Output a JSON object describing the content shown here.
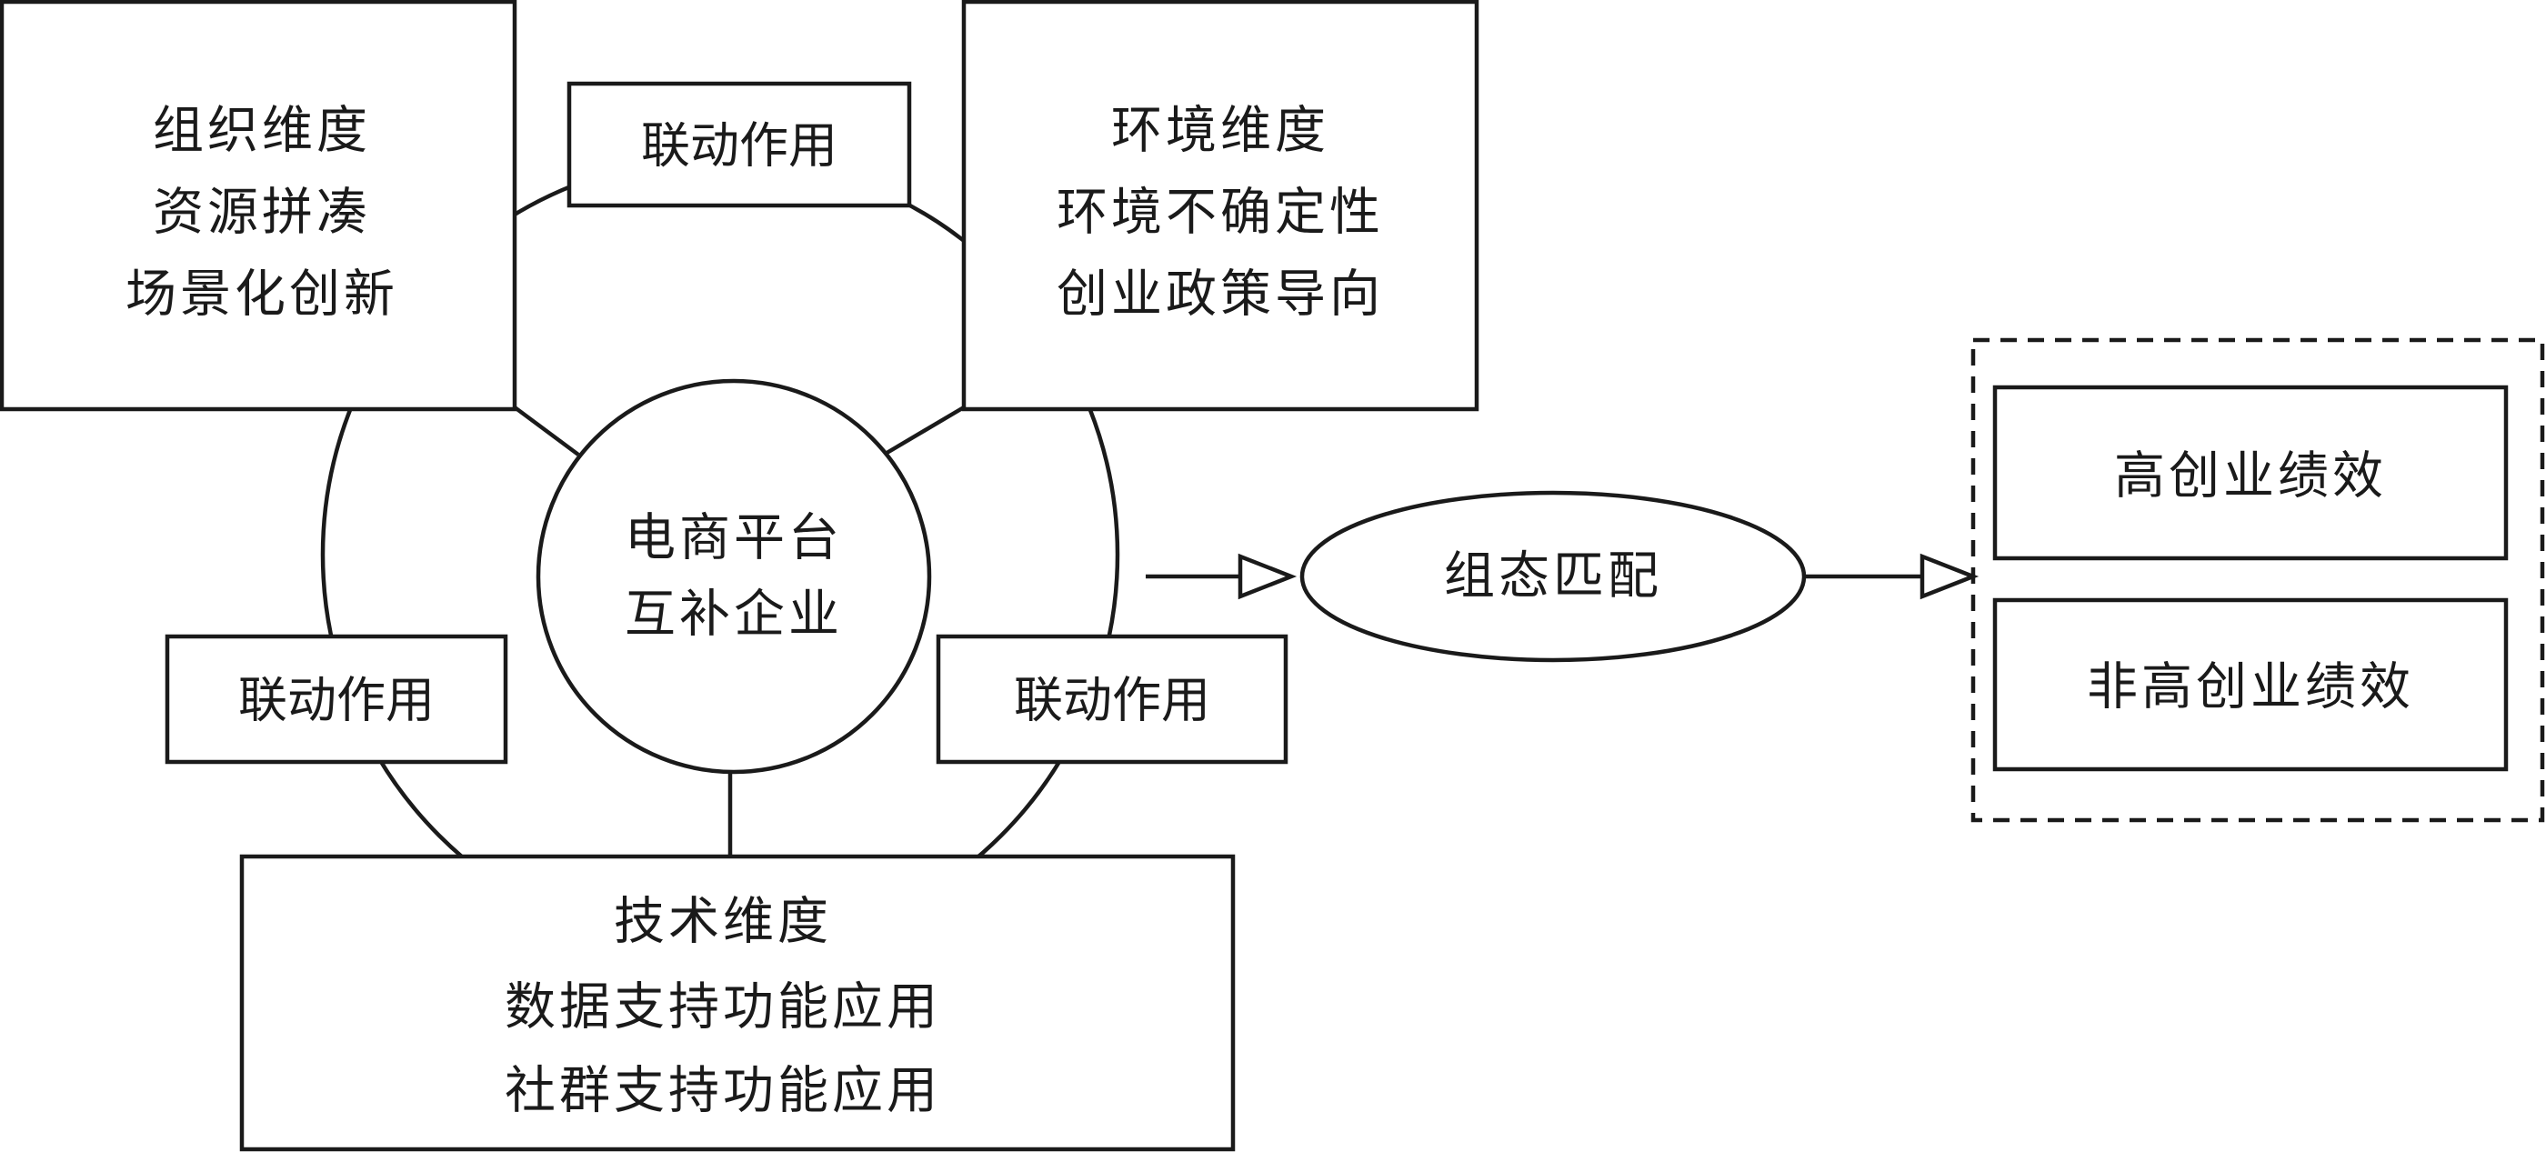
{
  "center": {
    "lines": [
      "电商平台",
      "互补企业"
    ]
  },
  "organization": {
    "title": "组织维度",
    "items": [
      "资源拼凑",
      "场景化创新"
    ]
  },
  "environment": {
    "title": "环境维度",
    "items": [
      "环境不确定性",
      "创业政策导向"
    ]
  },
  "technology": {
    "title": "技术维度",
    "items": [
      "数据支持功能应用",
      "社群支持功能应用"
    ]
  },
  "linkage": {
    "top": "联动作用",
    "left": "联动作用",
    "right": "联动作用"
  },
  "config_match": "组态匹配",
  "outcomes": {
    "high": "高创业绩效",
    "not_high": "非高创业绩效"
  }
}
